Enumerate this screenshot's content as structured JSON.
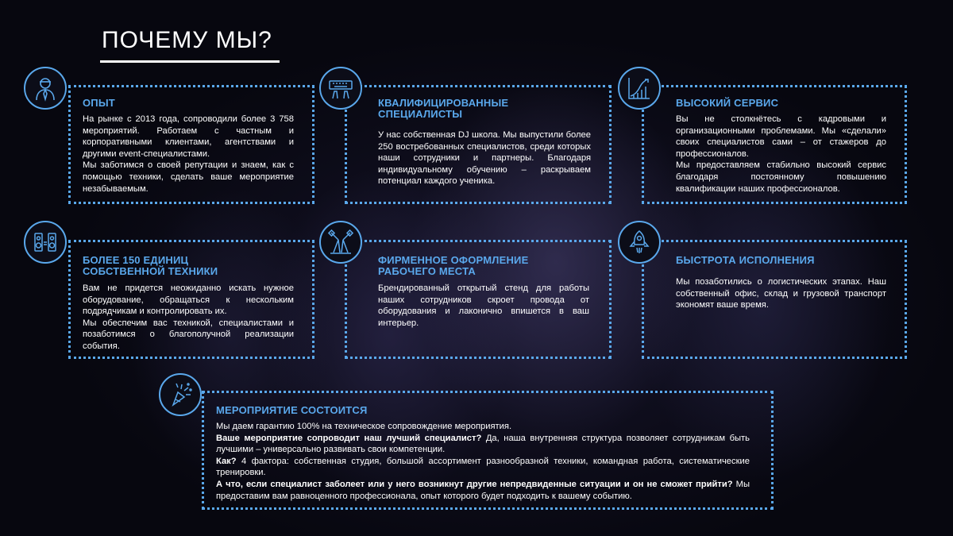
{
  "title": "ПОЧЕМУ МЫ?",
  "cards": [
    {
      "heading": "ОПЫТ",
      "p1": "На рынке с 2013 года, сопроводили более 3 758 мероприятий. Работаем с частным и корпоративными клиентами, агентствами и другими event-специалистами.",
      "p2": "Мы заботимся о своей репутации и знаем, как с помощью техники, сделать ваше мероприятие незабываемым.",
      "icon": "specialist-person-icon"
    },
    {
      "heading": "КВАЛИФИЦИРОВАННЫЕ СПЕЦИАЛИСТЫ",
      "p1": "У нас собственная DJ школа. Мы выпустили более 250 востребованных специалистов, среди которых наши сотрудники и партнеры. Благодаря индивидуальному обучению – раскрываем потенциал каждого ученика.",
      "icon": "keyboard-hands-icon"
    },
    {
      "heading": "ВЫСОКИЙ СЕРВИС",
      "p1": "Вы не столкнётесь с кадровыми и организационными проблемами. Мы «сделали» своих специалистов сами – от стажеров до профессионалов.",
      "p2": "Мы предоставляем стабильно высокий сервис благодаря постоянному повышению квалификации наших профессионалов.",
      "icon": "growth-chart-icon"
    },
    {
      "heading": "БОЛЕЕ 150 ЕДИНИЦ СОБСТВЕННОЙ ТЕХНИКИ",
      "p1": "Вам не придется неожиданно искать нужное оборудование, обращаться к нескольким подрядчикам и контролировать их.",
      "p2": "Мы обеспечим вас техникой, специалистами и позаботимся о благополучной реализации события.",
      "icon": "speakers-icon"
    },
    {
      "heading": "ФИРМЕННОЕ ОФОРМЛЕНИЕ РАБОЧЕГО МЕСТА",
      "p1": "Брендированный открытый стенд для работы наших сотрудников скроет провода от оборудования и лаконично впишется в ваш интерьер.",
      "icon": "stage-lights-icon"
    },
    {
      "heading": "БЫСТРОТА ИСПОЛНЕНИЯ",
      "p1": "Мы позаботились о логистических этапах. Наш собственный офис, склад и грузовой транспорт экономят ваше время.",
      "icon": "rocket-icon"
    }
  ],
  "bottom": {
    "heading": "МЕРОПРИЯТИЕ СОСТОИТСЯ",
    "line1": "Мы даем гарантию 100% на техническое сопровождение мероприятия.",
    "q1": "Ваше мероприятие сопроводит наш лучший специалист?",
    "a1": " Да, наша внутренняя структура позволяет сотрудникам быть лучшими – универсально развивать свои компетенции.",
    "q2": "Как?",
    "a2": " 4 фактора: собственная студия, большой ассортимент разнообразной техники, командная работа, систематические тренировки.",
    "q3": "А что, если специалист заболеет или у него возникнут другие непредвиденные ситуации и он не сможет прийти?",
    "a3": " Мы предоставим вам равноценного профессионала, опыт которого будет подходить к вашему событию.",
    "icon": "fireworks-icon"
  },
  "colors": {
    "accent": "#5aa8ec",
    "text": "#ffffff",
    "background": "#0a0a14"
  }
}
